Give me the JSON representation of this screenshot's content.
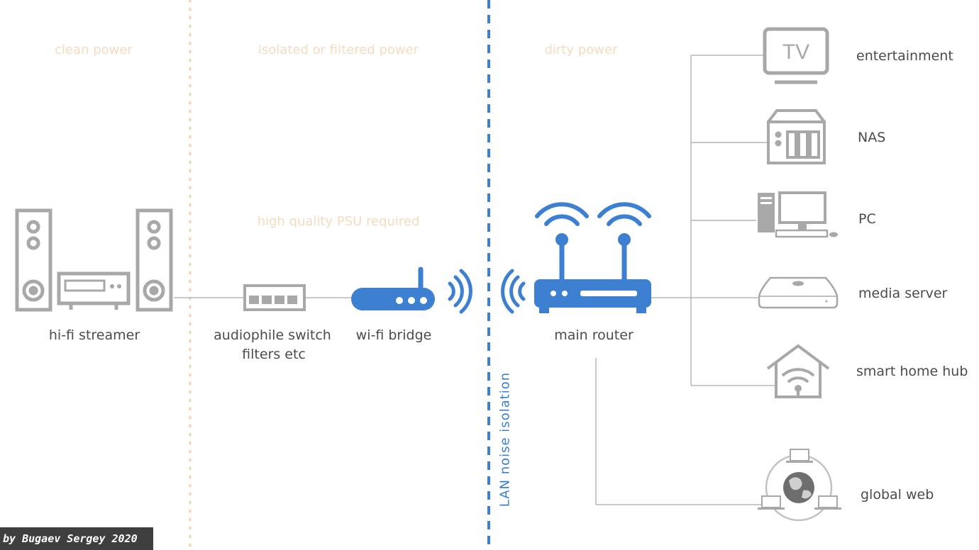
{
  "zones": {
    "clean": "clean power",
    "isolated": "isolated or filtered power",
    "psu": "high quality PSU required",
    "dirty": "dirty power"
  },
  "isolation_label": "LAN  noise  isolation",
  "left_devices": {
    "hifi": "hi-fi streamer",
    "switch_line1": "audiophile switch",
    "switch_line2": "filters etc",
    "bridge": "wi-fi bridge",
    "router": "main router"
  },
  "right_devices": [
    {
      "label": "entertainment",
      "icon": "tv-icon",
      "icon_text": "TV"
    },
    {
      "label": "NAS",
      "icon": "nas-icon"
    },
    {
      "label": "PC",
      "icon": "pc-icon"
    },
    {
      "label": "media server",
      "icon": "media-server-icon"
    },
    {
      "label": "smart home hub",
      "icon": "smart-home-icon"
    },
    {
      "label": "global web",
      "icon": "globe-network-icon"
    }
  ],
  "signature": "by Bugaev Sergey 2020",
  "colors": {
    "gray": "#a5a5a5",
    "blue": "#3d7fd0",
    "zone_text": "#f5dcc0",
    "dotted_line": "#f5d2a8"
  }
}
